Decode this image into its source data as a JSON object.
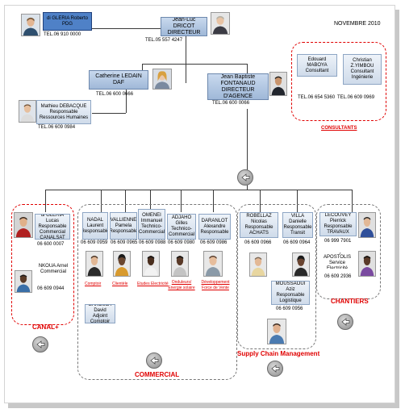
{
  "date": "NOVEMBRE 2010",
  "top": {
    "pdg": {
      "name": "di GLERIA Roberto",
      "role": "PDG",
      "tel": "TEL.06 910 0000"
    },
    "directeur": {
      "name": "Jean-Luc DRICOT",
      "role": "DIRECTEUR",
      "tel": "TEL.05 557 4247"
    },
    "daf": {
      "name": "Catherine LEDAIN",
      "role": "DAF",
      "tel": "TEL.06 600 0666"
    },
    "agence": {
      "name": "Jean Baptiste FONTANAUD",
      "role": "DIRECTEUR D'AGENCE",
      "tel": "TEL.06 600 0066"
    },
    "rh": {
      "name": "Mathieu DEBACQUE",
      "role": "Responsable Ressources Humaines",
      "tel": "TEL.06 609 0984"
    }
  },
  "consultants": {
    "label": "CONSULTANTS",
    "people": [
      {
        "name": "Edouard MABOYA",
        "role": "Consultant",
        "tel": "TEL.06 654 5360"
      },
      {
        "name": "Christian Z.YIMBOU",
        "role": "Consultant Ingénierie",
        "tel": "TEL.06 609 0969"
      }
    ]
  },
  "canal": {
    "label": "CANAL+",
    "people": [
      {
        "name": "di GLERIA Lucas",
        "role": "Responsable Commercial CANALSAT",
        "tel": "06 600 0007"
      },
      {
        "name": "NKOUA Arnel",
        "role": "Commercial",
        "tel": "06 609 0944"
      }
    ]
  },
  "commercial": {
    "label": "COMMERCIAL",
    "people": [
      {
        "name": "NADAL Laurent",
        "role": "Responsable",
        "tel": "06 609 0959",
        "link": "Comptoir"
      },
      {
        "name": "VALLIENNE Pamela",
        "role": "Responsable",
        "tel": "06 609 0965",
        "link": "Clientèle"
      },
      {
        "name": "OMENEI Immanuel",
        "role": "Technico-Commercial",
        "tel": "06 609 0988",
        "link": "Etudes Electricité"
      },
      {
        "name": "ADJAHO Gilles",
        "role": "Technico-Commercial",
        "tel": "06 609 0980",
        "link": "Onduleurs/ Energie solaire"
      },
      {
        "name": "DARANLOT Alexandre",
        "role": "Responsable",
        "tel": "06 609 0986",
        "link": "Développement Force de Vente"
      }
    ],
    "extra": {
      "name": "BAKOULA David",
      "role": "Adjoint Comptoir"
    }
  },
  "scm": {
    "label": "Supply Chain Management",
    "people": [
      {
        "name": "ROBELLAZ Nicolas",
        "role": "Responsable ACHATS",
        "tel": "06 609 0966"
      },
      {
        "name": "VILLA Danielle",
        "role": "Responsable Transit",
        "tel": "06 609 0964"
      },
      {
        "name": "MOUSSAOUI Aziz",
        "role": "Responsable Logistique",
        "tel": "06 609 0956"
      }
    ]
  },
  "chantiers": {
    "label": "CHANTIERS",
    "people": [
      {
        "name": "LECOUVEY Pierrick",
        "role": "Responsable TRAVAUX",
        "tel": "06 999 7901"
      },
      {
        "name": "Tidy APOSTOLIS",
        "role": "Service Electricité",
        "tel": "06 609 2936"
      }
    ]
  },
  "colors": {
    "accent_red": "#e00000",
    "pdg_blue": "#4f81c7",
    "box_blue": "#9fb8d8"
  }
}
